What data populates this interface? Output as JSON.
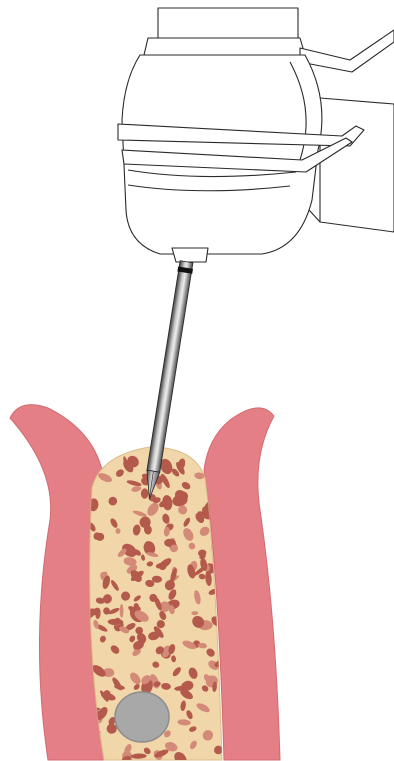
{
  "colors": {
    "background": "#ffffff",
    "handpiece_fill": "#ffffff",
    "handpiece_stroke": "#2a2a2a",
    "drill_steel": "#8c8c8c",
    "drill_dark": "#3a3a3a",
    "drill_band": "#111111",
    "gingiva": "#e57f86",
    "gingiva_edge": "#d36a72",
    "bone": "#f0d6a8",
    "bone_edge": "#dcbd8a",
    "bone_pore": "#b35a4d",
    "bone_pore_light": "#d48a78",
    "canal": "#a8a8a8",
    "canal_edge": "#8c8c8c"
  },
  "parts": {
    "handpiece": "dental-handpiece",
    "drill": "osteotomy-drill",
    "gingiva": "gingiva",
    "bone": "cancellous-bone",
    "canal": "nerve-canal"
  }
}
